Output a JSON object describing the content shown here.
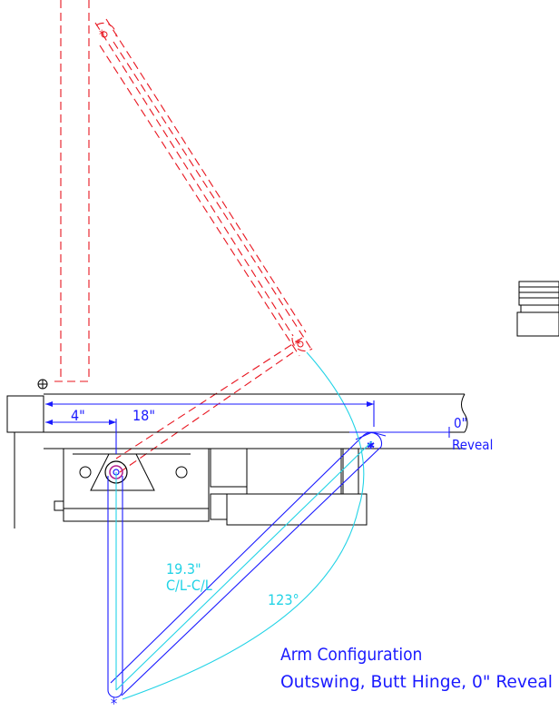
{
  "dimensions": {
    "small": "4\"",
    "large": "18\"",
    "arm_length": "19.3\"",
    "arm_center_label": "C/L-C/L",
    "swing_angle": "123°"
  },
  "reveal": {
    "value": "0\"",
    "label": "Reveal"
  },
  "caption": {
    "title": "Arm Configuration",
    "subtitle": "Outswing, Butt Hinge, 0\" Reveal"
  },
  "colors": {
    "door_open": "#e8141e",
    "dimension": "#1a1aff",
    "swing_arc": "#22d3e6",
    "hardware": "#000000"
  }
}
